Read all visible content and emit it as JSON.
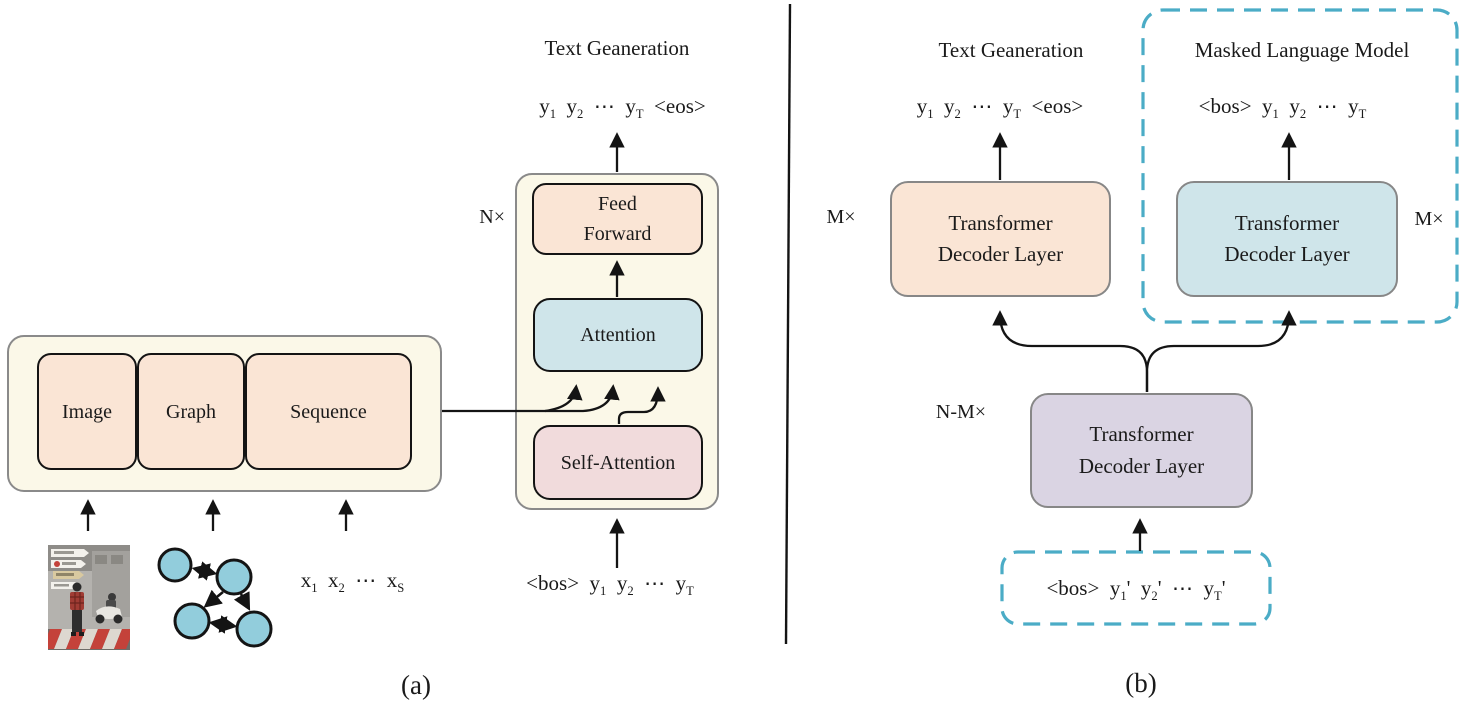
{
  "figure": {
    "type": "architecture-diagram",
    "colors": {
      "container_fill": "#FBF8E8",
      "peach_fill": "#FAE5D5",
      "blue_fill": "#CFE5EA",
      "pink_fill": "#F1DBDC",
      "purple_fill": "#DAD4E3",
      "graph_node_fill": "#92CDDC",
      "dashed_accent": "#4BACC6",
      "line_black": "#141414",
      "border_gray": "#878787"
    }
  },
  "panel_a": {
    "caption": "(a)",
    "title": "Text Geaneration",
    "repeat_label": "N×",
    "output_tokens": [
      {
        "t": "y",
        "sub": "1"
      },
      {
        "t": "y",
        "sub": "2"
      },
      {
        "t": "⋯"
      },
      {
        "t": "y",
        "sub": "T"
      },
      {
        "t": "<eos>"
      }
    ],
    "stack": {
      "feed_forward_lines": [
        "Feed",
        "Forward"
      ],
      "attention": "Attention",
      "self_attention": "Self-Attention"
    },
    "input_tokens": [
      {
        "t": "<bos>"
      },
      {
        "t": "y",
        "sub": "1"
      },
      {
        "t": "y",
        "sub": "2"
      },
      {
        "t": "⋯"
      },
      {
        "t": "y",
        "sub": "T"
      }
    ],
    "encoder": {
      "modalities": [
        "Image",
        "Graph",
        "Sequence"
      ],
      "image_example": "street-photo",
      "graph_example": "node-graph",
      "sequence_tokens": [
        {
          "t": "x",
          "sub": "1"
        },
        {
          "t": "x",
          "sub": "2"
        },
        {
          "t": "⋯"
        },
        {
          "t": "x",
          "sub": "S"
        }
      ]
    }
  },
  "panel_b": {
    "caption": "(b)",
    "title": "Text Geaneration",
    "mlm_title": "Masked Language Model",
    "repeat_left": "M×",
    "repeat_right": "M×",
    "repeat_shared": "N-M×",
    "output_tokens": [
      {
        "t": "y",
        "sub": "1"
      },
      {
        "t": "y",
        "sub": "2"
      },
      {
        "t": "⋯"
      },
      {
        "t": "y",
        "sub": "T"
      },
      {
        "t": "<eos>"
      }
    ],
    "mlm_output_tokens": [
      {
        "t": "<bos>"
      },
      {
        "t": "y",
        "sub": "1"
      },
      {
        "t": "y",
        "sub": "2"
      },
      {
        "t": "⋯"
      },
      {
        "t": "y",
        "sub": "T"
      }
    ],
    "decoder_text_gen_lines": [
      "Transformer",
      "Decoder Layer"
    ],
    "decoder_mlm_lines": [
      "Transformer",
      "Decoder Layer"
    ],
    "decoder_shared_lines": [
      "Transformer",
      "Decoder Layer"
    ],
    "masked_input_tokens": [
      {
        "t": "<bos>"
      },
      {
        "t": "y",
        "sub": "1",
        "post": "'"
      },
      {
        "t": "y",
        "sub": "2",
        "post": "'"
      },
      {
        "t": "⋯"
      },
      {
        "t": "y",
        "sub": "T",
        "post": "'"
      }
    ]
  }
}
